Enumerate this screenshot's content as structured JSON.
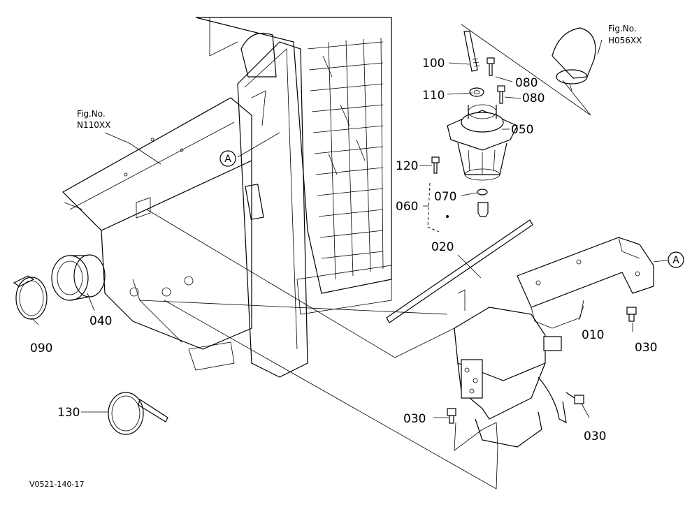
{
  "diagram_code": "V0521-140-17",
  "figure_refs": [
    {
      "line1": "Fig.No.",
      "line2": "N110XX"
    },
    {
      "line1": "Fig.No.",
      "line2": "H056XX"
    }
  ],
  "callout_letter": "A",
  "parts": [
    {
      "number": "100"
    },
    {
      "number": "080"
    },
    {
      "number": "110"
    },
    {
      "number": "080"
    },
    {
      "number": "050"
    },
    {
      "number": "120"
    },
    {
      "number": "070"
    },
    {
      "number": "060"
    },
    {
      "number": "020"
    },
    {
      "number": "010"
    },
    {
      "number": "030"
    },
    {
      "number": "040"
    },
    {
      "number": "090"
    },
    {
      "number": "130"
    },
    {
      "number": "030"
    },
    {
      "number": "030"
    }
  ]
}
